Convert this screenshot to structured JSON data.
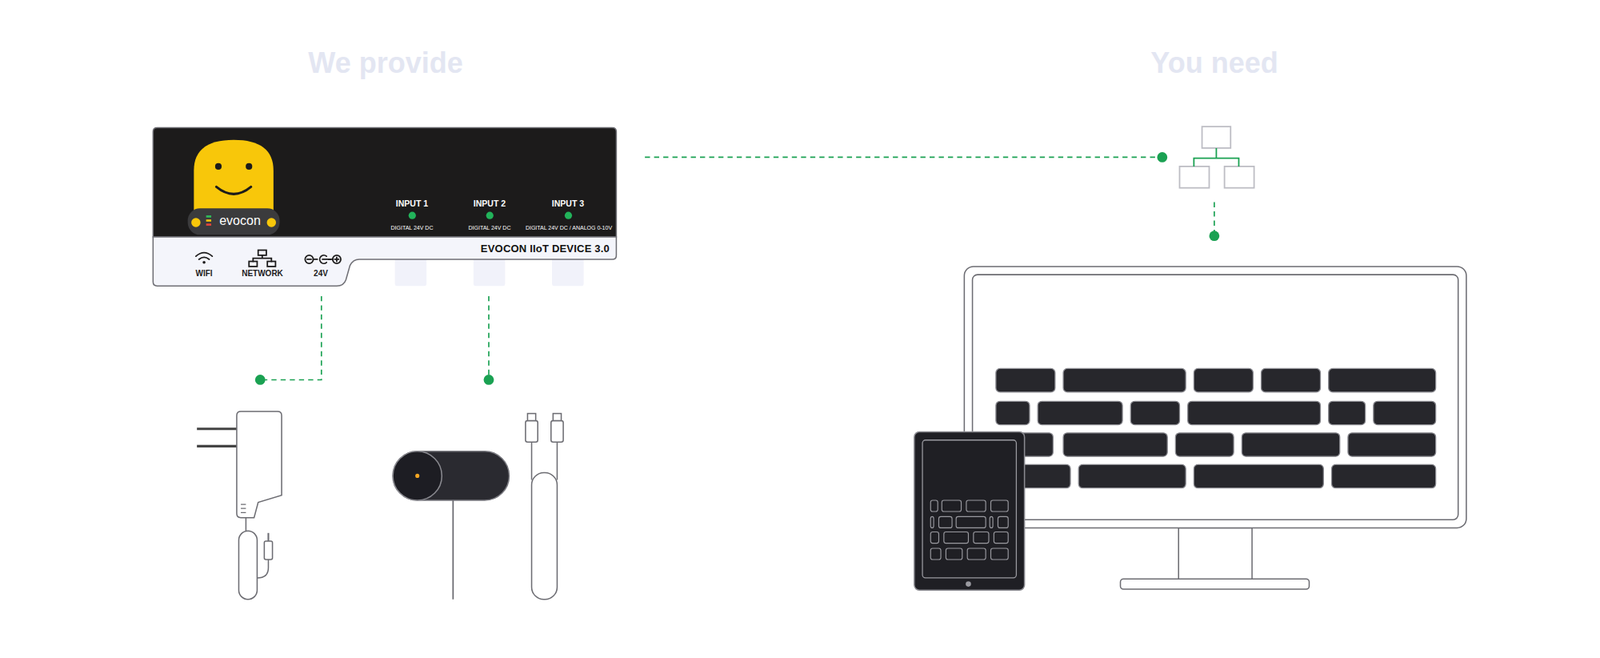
{
  "diagram": {
    "nodes": [
      {
        "text": [
          "evocon",
          "INPUT 1",
          "DIGITAL 24V DC",
          "INPUT 2",
          "DIGITAL 24V DC",
          "INPUT 3",
          "DIGITAL 24V DC / ANALOG 0-10V",
          "EVOCON IIoT DEVICE 3.0",
          "WIFI",
          "NETWORK",
          "24V"
        ]
      }
    ],
    "labels": [
      "We provide",
      "You need"
    ]
  }
}
